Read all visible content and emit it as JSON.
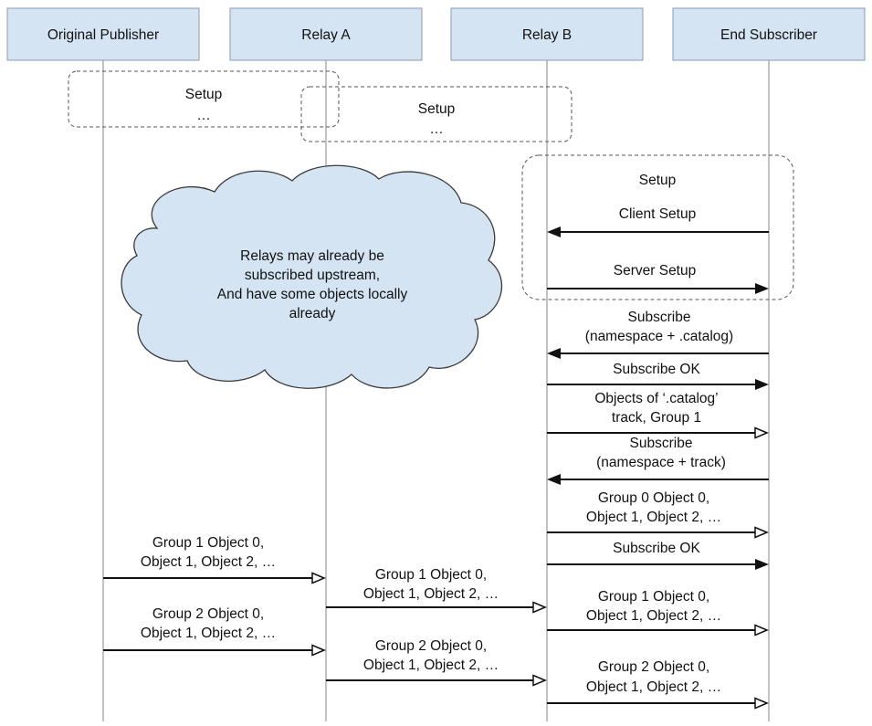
{
  "actors": [
    {
      "label": "Original Publisher"
    },
    {
      "label": "Relay A"
    },
    {
      "label": "Relay B"
    },
    {
      "label": "End Subscriber"
    }
  ],
  "setup_boxes": [
    {
      "label": "Setup",
      "sub": "…"
    },
    {
      "label": "Setup",
      "sub": "…"
    },
    {
      "label": "Setup",
      "sub": ""
    }
  ],
  "cloud": {
    "lines": [
      "Relays may already be",
      "subscribed upstream,",
      "And have some objects locally",
      "already"
    ]
  },
  "messages": [
    {
      "from": 3,
      "to": 2,
      "arrow": "filled",
      "lines": [
        "Client Setup"
      ]
    },
    {
      "from": 2,
      "to": 3,
      "arrow": "filled",
      "lines": [
        "Server Setup"
      ]
    },
    {
      "from": 3,
      "to": 2,
      "arrow": "filled",
      "lines": [
        "Subscribe",
        "(namespace + .catalog)"
      ]
    },
    {
      "from": 2,
      "to": 3,
      "arrow": "filled",
      "lines": [
        "Subscribe OK"
      ]
    },
    {
      "from": 2,
      "to": 3,
      "arrow": "open",
      "lines": [
        "Objects of ‘.catalog’",
        "track, Group 1"
      ]
    },
    {
      "from": 3,
      "to": 2,
      "arrow": "filled",
      "lines": [
        "Subscribe",
        "(namespace + track)"
      ]
    },
    {
      "from": 2,
      "to": 3,
      "arrow": "open",
      "lines": [
        "Group 0 Object 0,",
        "Object 1, Object 2, …"
      ]
    },
    {
      "from": 2,
      "to": 3,
      "arrow": "filled",
      "lines": [
        "Subscribe OK"
      ]
    },
    {
      "from": 0,
      "to": 1,
      "arrow": "open",
      "lines": [
        "Group 1 Object 0,",
        "Object 1, Object 2, …"
      ]
    },
    {
      "from": 1,
      "to": 2,
      "arrow": "open",
      "lines": [
        "Group 1 Object 0,",
        "Object 1, Object 2, …"
      ]
    },
    {
      "from": 2,
      "to": 3,
      "arrow": "open",
      "lines": [
        "Group 1 Object 0,",
        "Object 1, Object 2, …"
      ]
    },
    {
      "from": 0,
      "to": 1,
      "arrow": "open",
      "lines": [
        "Group 2 Object 0,",
        "Object 1, Object 2, …"
      ]
    },
    {
      "from": 1,
      "to": 2,
      "arrow": "open",
      "lines": [
        "Group 2 Object 0,",
        "Object 1, Object 2, …"
      ]
    },
    {
      "from": 2,
      "to": 3,
      "arrow": "open",
      "lines": [
        "Group 2 Object 0,",
        "Object 1, Object 2, …"
      ]
    }
  ]
}
